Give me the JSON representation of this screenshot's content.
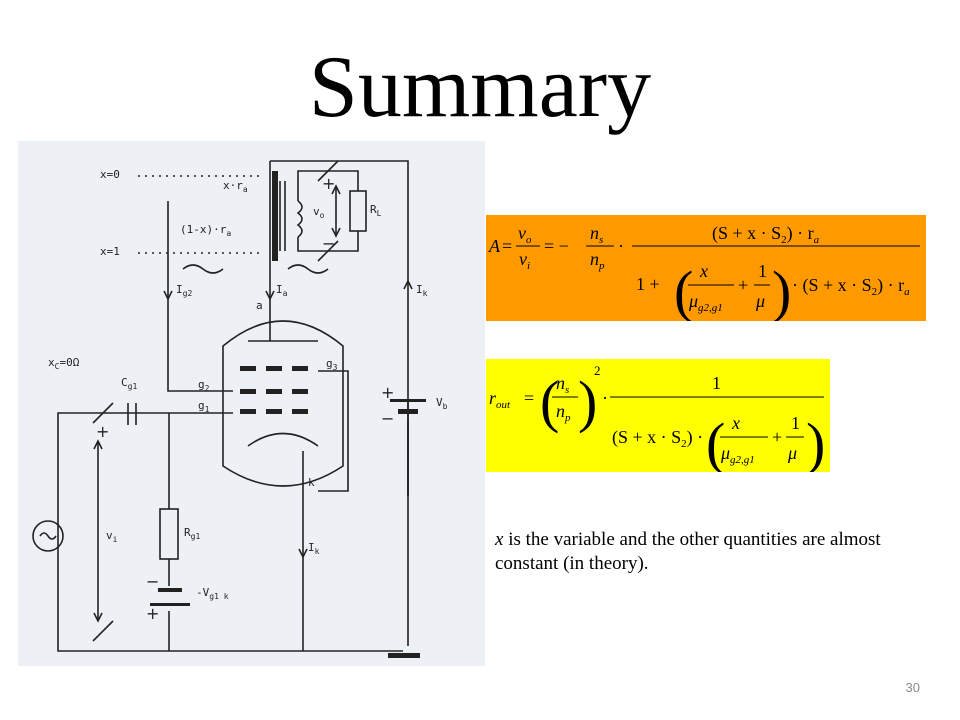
{
  "slide": {
    "title": "Summary",
    "page_number": "30"
  },
  "schematic": {
    "labels": {
      "x0": "x=0",
      "x1": "x=1",
      "xra": "x·r",
      "onemxra": "(1-x)·r",
      "a_sub": "a",
      "vo": "v",
      "vo_sub": "o",
      "rl": "R",
      "rl_sub": "L",
      "ig2": "I",
      "ig2_sub": "g2",
      "ia": "I",
      "ia_sub": "a",
      "ik_top": "I",
      "ik_top_sub": "k",
      "anode": "a",
      "g3": "g",
      "g3_sub": "3",
      "g2": "g",
      "g2_sub": "2",
      "g1": "g",
      "g1_sub": "1",
      "cathode": "k",
      "xc": "x",
      "xc_rest": "=0Ω",
      "xc_sub": "C",
      "cg1": "C",
      "cg1_sub": "g1",
      "vb": "V",
      "vb_sub": "b",
      "vi": "v",
      "vi_sub": "i",
      "rg1": "R",
      "rg1_sub": "g1",
      "ik_bottom": "I",
      "ik_bottom_sub": "k",
      "vg1k": "-V",
      "vg1k_sub": "g1 k",
      "plus": "+",
      "minus": "−"
    }
  },
  "equations": {
    "gain": {
      "lhs": "A",
      "eq": "=",
      "vo": "v",
      "vo_sub": "o",
      "vi": "v",
      "vi_sub": "i",
      "eq2": "= −",
      "ns": "n",
      "ns_sub": "s",
      "np": "n",
      "np_sub": "p",
      "dot": "·",
      "numerator": "(S + x · S",
      "num_sub": "2",
      "num_tail": ") · r",
      "num_tail_sub": "a",
      "den_lead": "1 +",
      "x": "x",
      "mu": "μ",
      "mu_sub": "g2,g1",
      "plus": "+",
      "one": "1",
      "den_tail": "· (S + x · S",
      "den_tail_sub": "2",
      "den_tail_end": ") · r",
      "den_tail_end_sub": "a"
    },
    "rout": {
      "lhs": "r",
      "lhs_sub": "out",
      "eq": "=",
      "ns": "n",
      "ns_sub": "s",
      "np": "n",
      "np_sub": "p",
      "sq": "2",
      "dot": "·",
      "one": "1",
      "den": "(S + x · S",
      "den_sub": "2",
      "den_end": ") ·",
      "x": "x",
      "mu": "μ",
      "mu_sub": "g2,g1",
      "plus": "+"
    }
  },
  "note": {
    "variable": "x",
    "text": " is the variable and the other quantities are almost constant (in theory)."
  },
  "colors": {
    "gain_box": "#ff9900",
    "rout_box": "#ffff00",
    "schematic_bg": "#edf1f6"
  }
}
